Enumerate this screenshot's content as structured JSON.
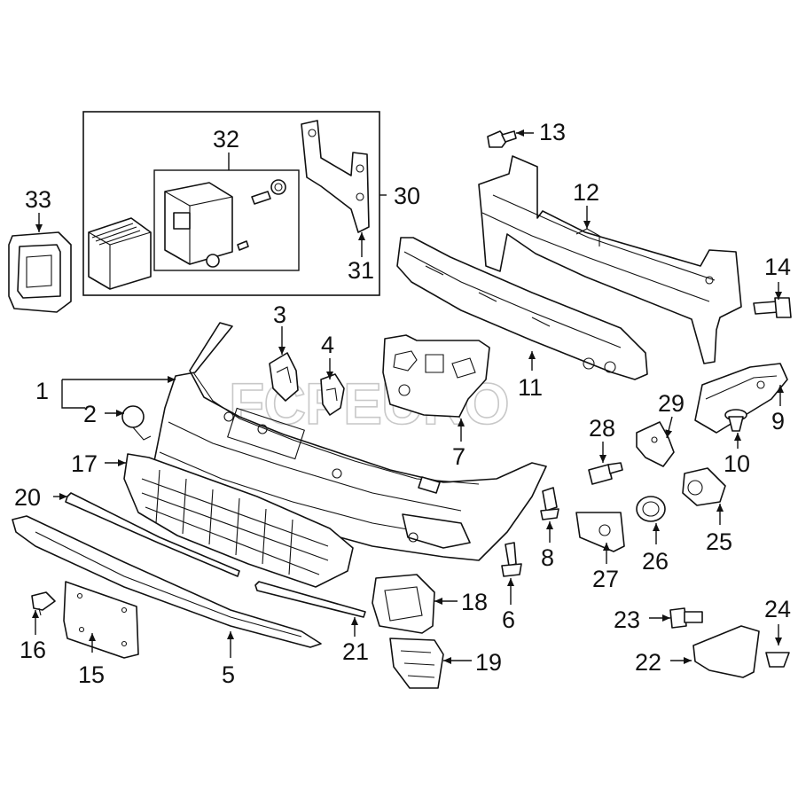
{
  "watermark": "FCPEURO",
  "callouts": [
    "1",
    "2",
    "3",
    "4",
    "5",
    "6",
    "7",
    "8",
    "9",
    "10",
    "11",
    "12",
    "13",
    "14",
    "15",
    "16",
    "17",
    "18",
    "19",
    "20",
    "21",
    "22",
    "23",
    "24",
    "25",
    "26",
    "27",
    "28",
    "29",
    "30",
    "31",
    "32",
    "33"
  ]
}
